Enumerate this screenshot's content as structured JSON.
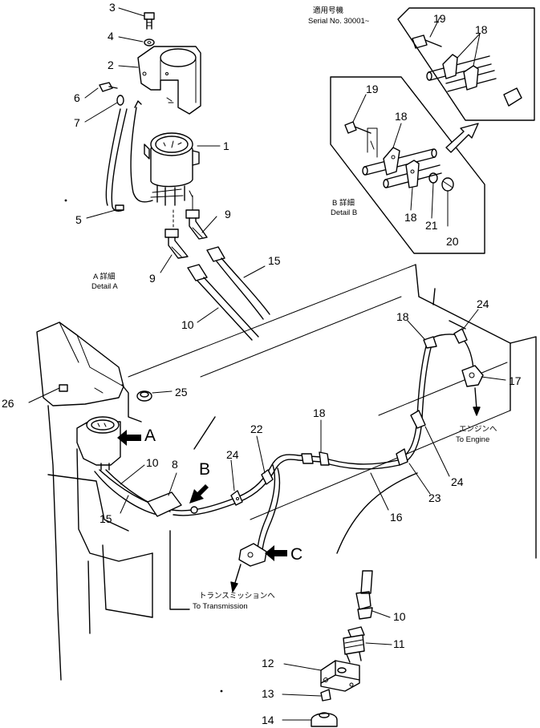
{
  "callouts": {
    "n1": "1",
    "n2": "2",
    "n3": "3",
    "n4": "4",
    "n5": "5",
    "n6": "6",
    "n7": "7",
    "n8": "8",
    "n9a": "9",
    "n9b": "9",
    "n10a": "10",
    "n10b": "10",
    "n10c": "10",
    "n11": "11",
    "n12": "12",
    "n13": "13",
    "n14": "14",
    "n15a": "15",
    "n15b": "15",
    "n16": "16",
    "n17": "17",
    "n18a": "18",
    "n18b": "18",
    "n18c": "18",
    "n18d": "18",
    "n18e": "18",
    "n19a": "19",
    "n19b": "19",
    "n20": "20",
    "n21": "21",
    "n22": "22",
    "n23": "23",
    "n24a": "24",
    "n24b": "24",
    "n24c": "24",
    "n25": "25",
    "n26": "26"
  },
  "labels": {
    "serial_jp": "適用号機",
    "serial_en": "Serial No. 30001~",
    "detail_a_jp": "A 詳細",
    "detail_a_en": "Detail A",
    "detail_b_jp": "B 詳細",
    "detail_b_en": "Detail B",
    "engine_jp": "エンジンへ",
    "engine_en": "To Engine",
    "trans_jp": "トランスミッションへ",
    "trans_en": "To Transmission",
    "view_a": "A",
    "view_b": "B",
    "view_c": "C"
  }
}
